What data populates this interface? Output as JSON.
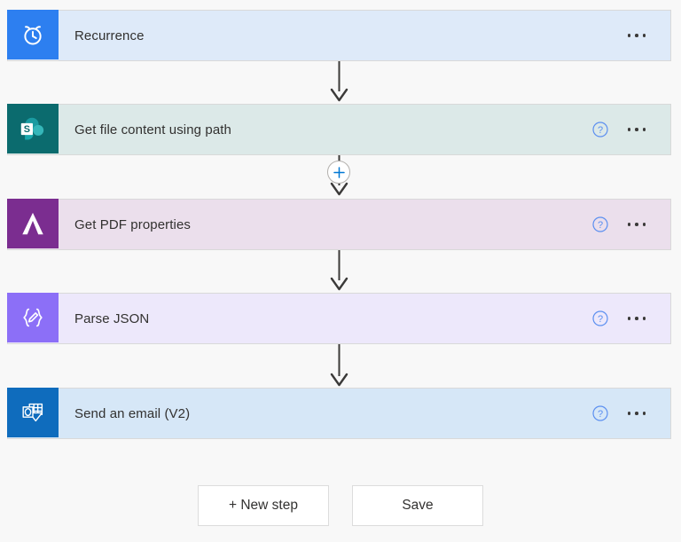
{
  "flow": {
    "steps": [
      {
        "id": "recurrence",
        "title": "Recurrence",
        "icon_name": "alarm-clock-icon",
        "icon_bg": "#2D7FF0",
        "card_bg": "#DEEAF9",
        "has_help": false,
        "has_ellipsis": true
      },
      {
        "id": "get-file-content-using-path",
        "title": "Get file content using path",
        "icon_name": "sharepoint-icon",
        "icon_bg": "#0B6B6E",
        "card_bg": "#DCE9E8",
        "has_help": true,
        "has_ellipsis": true
      },
      {
        "id": "get-pdf-properties",
        "title": "Get PDF properties",
        "icon_name": "adobe-pdf-services-icon",
        "icon_bg": "#7B2D90",
        "card_bg": "#EBDFEC",
        "has_help": true,
        "has_ellipsis": true
      },
      {
        "id": "parse-json",
        "title": "Parse JSON",
        "icon_name": "parse-json-icon",
        "icon_bg": "#8C6FF7",
        "card_bg": "#EDE8FB",
        "has_help": true,
        "has_ellipsis": true
      },
      {
        "id": "send-an-email-v2",
        "title": "Send an email (V2)",
        "icon_name": "outlook-icon",
        "icon_bg": "#0F6CBD",
        "card_bg": "#D6E7F7",
        "has_help": true,
        "has_ellipsis": true
      }
    ],
    "connectors": [
      {
        "id": "connector-1",
        "has_insert_button": false
      },
      {
        "id": "connector-2",
        "has_insert_button": true
      },
      {
        "id": "connector-3",
        "has_insert_button": false
      },
      {
        "id": "connector-4",
        "has_insert_button": false
      }
    ],
    "insert_step_label": "+"
  },
  "footer": {
    "new_step_label": "+ New step",
    "save_label": "Save"
  },
  "colors": {
    "canvas_bg": "#f8f8f8",
    "accent_blue": "#0078d4",
    "connector_line": "#3b3a39",
    "card_border": "#d9d9d9",
    "text": "#323130"
  }
}
